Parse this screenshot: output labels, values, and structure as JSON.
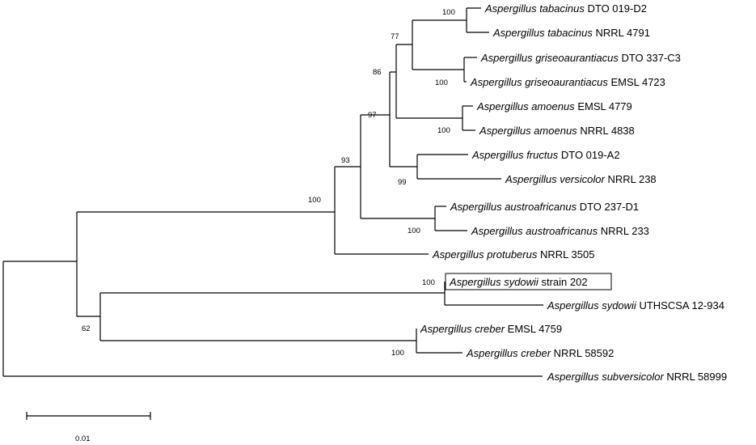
{
  "tree": {
    "taxa": [
      {
        "id": "t1",
        "genus_species": "Aspergillus tabacinus",
        "strain": "DTO 019-D2"
      },
      {
        "id": "t2",
        "genus_species": "Aspergillus tabacinus",
        "strain": "NRRL 4791"
      },
      {
        "id": "t3",
        "genus_species": "Aspergillus griseoaurantiacus",
        "strain": "DTO 337-C3"
      },
      {
        "id": "t4",
        "genus_species": "Aspergillus griseoaurantiacus",
        "strain": "EMSL 4723"
      },
      {
        "id": "t5",
        "genus_species": "Aspergillus amoenus",
        "strain": "EMSL 4779"
      },
      {
        "id": "t6",
        "genus_species": "Aspergillus amoenus",
        "strain": "NRRL 4838"
      },
      {
        "id": "t7",
        "genus_species": "Aspergillus fructus",
        "strain": "DTO 019-A2"
      },
      {
        "id": "t8",
        "genus_species": "Aspergillus versicolor",
        "strain": "NRRL 238"
      },
      {
        "id": "t9",
        "genus_species": "Aspergillus austroafricanus",
        "strain": "DTO 237-D1"
      },
      {
        "id": "t10",
        "genus_species": "Aspergillus austroafricanus",
        "strain": "NRRL 233"
      },
      {
        "id": "t11",
        "genus_species": "Aspergillus protuberus",
        "strain": "NRRL 3505"
      },
      {
        "id": "t12",
        "genus_species": "Aspergillus sydowii",
        "strain": "strain 202",
        "highlighted": true
      },
      {
        "id": "t13",
        "genus_species": "Aspergillus sydowii",
        "strain": "UTHSCSA 12-934"
      },
      {
        "id": "t14",
        "genus_species": "Aspergillus creber",
        "strain": "EMSL 4759"
      },
      {
        "id": "t15",
        "genus_species": "Aspergillus creber",
        "strain": "NRRL 58592"
      },
      {
        "id": "t16",
        "genus_species": "Aspergillus subversicolor",
        "strain": "NRRL 58999"
      }
    ],
    "bootstrap_values": [
      {
        "id": "b_tabacinus",
        "value": "100"
      },
      {
        "id": "b_tab_gris",
        "value": "77"
      },
      {
        "id": "b_griseo",
        "value": "100"
      },
      {
        "id": "b_with_amoenus",
        "value": "86"
      },
      {
        "id": "b_amoenus",
        "value": "100"
      },
      {
        "id": "b_with_fructus",
        "value": "97"
      },
      {
        "id": "b_fructus_versicolor",
        "value": "99"
      },
      {
        "id": "b_with_austro",
        "value": "93"
      },
      {
        "id": "b_austro",
        "value": "100"
      },
      {
        "id": "b_versicolor_clade",
        "value": "100"
      },
      {
        "id": "b_sydowii",
        "value": "100"
      },
      {
        "id": "b_sydowii_creber",
        "value": "62"
      },
      {
        "id": "b_creber",
        "value": "100"
      }
    ],
    "scale_bar": {
      "label": "0.01"
    }
  }
}
